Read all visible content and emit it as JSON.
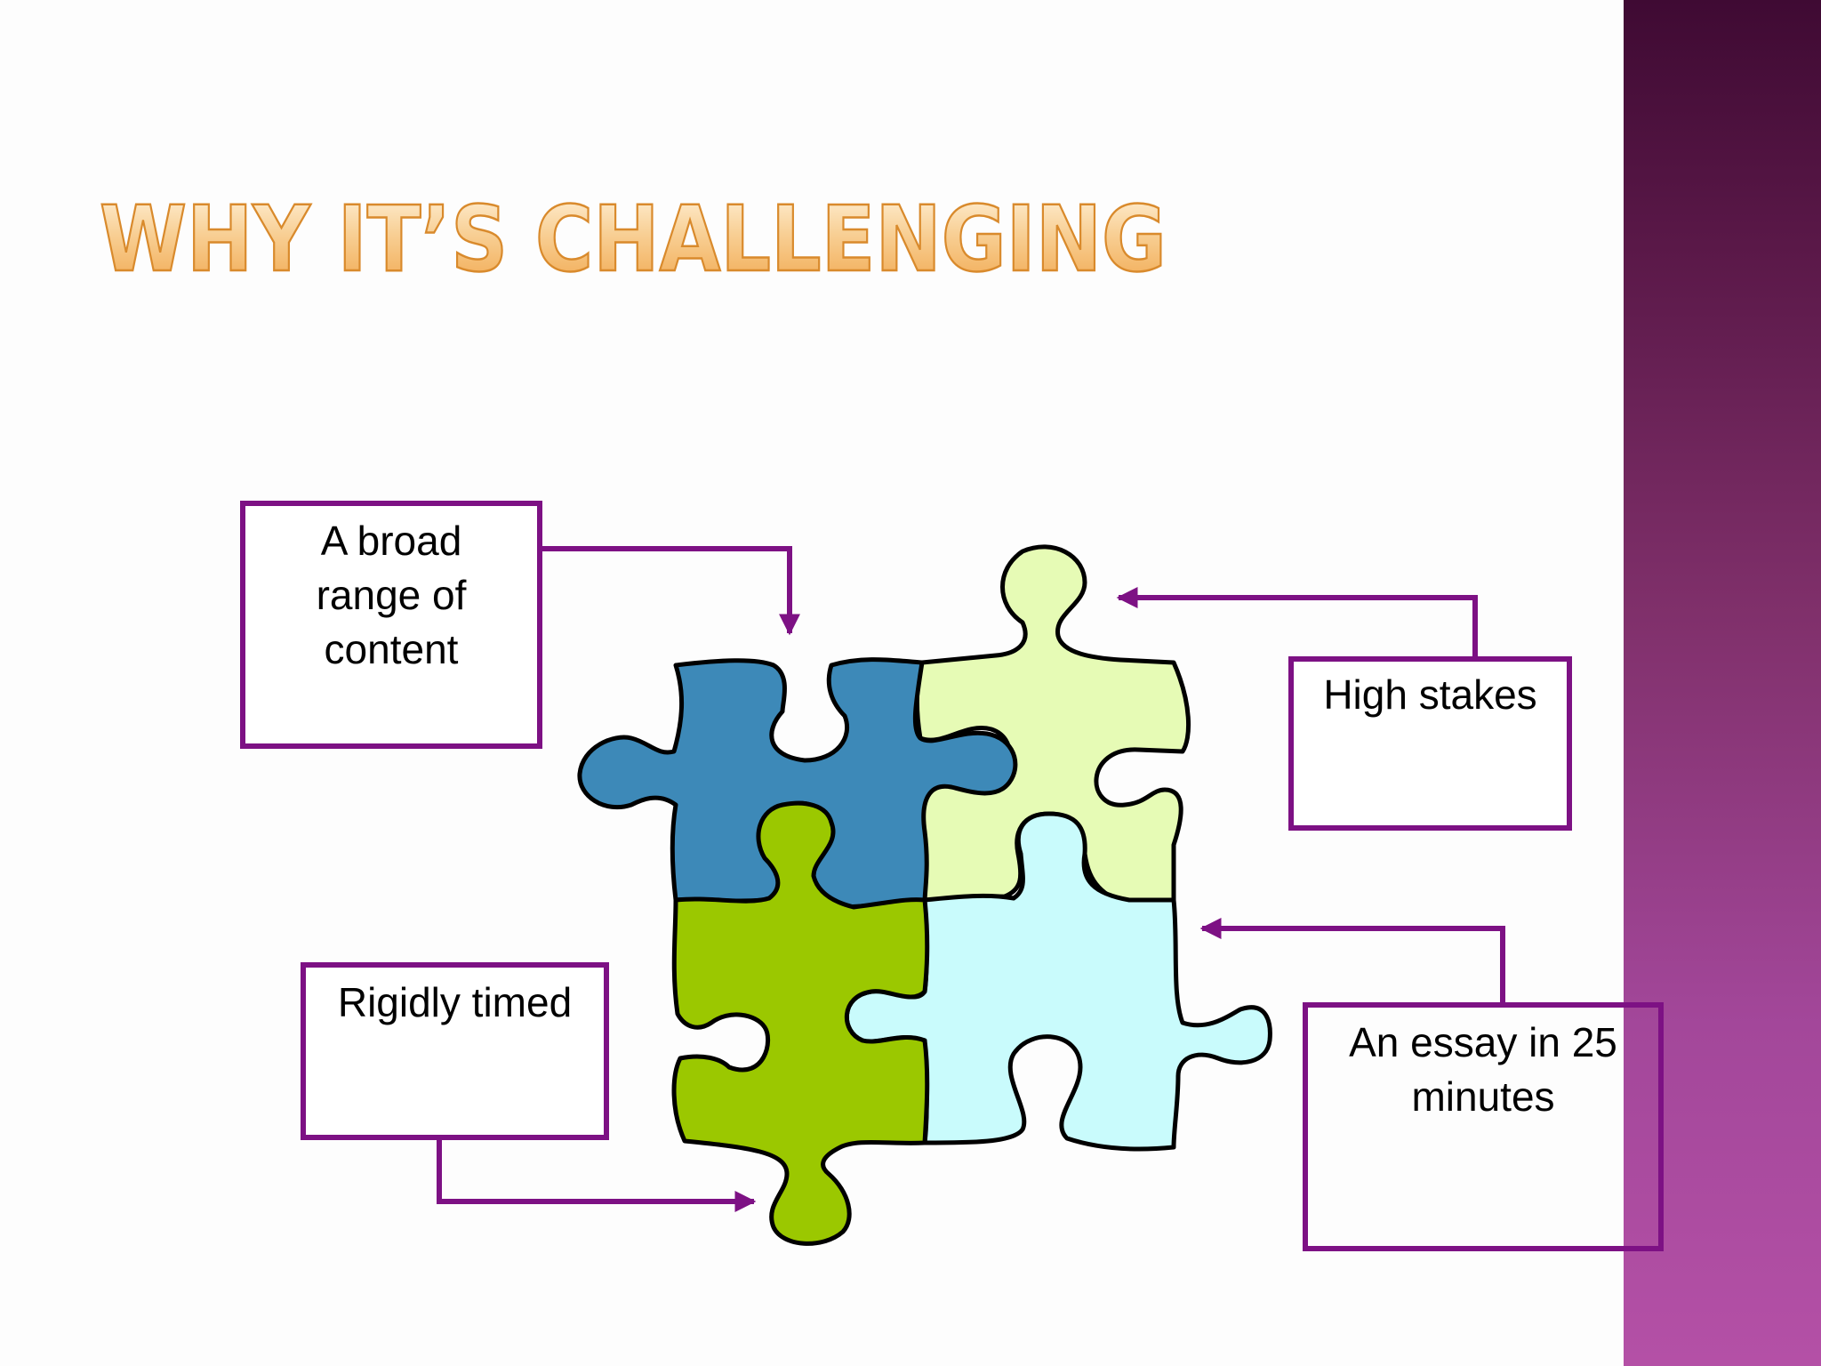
{
  "slide": {
    "title": "WHY IT’S CHALLENGING",
    "colors": {
      "accent_purple": "#7d1184",
      "title_fill_top": "#fff3dc",
      "title_fill_bottom": "#f1a64b",
      "title_stroke": "#d98a2c",
      "band_top": "#3f0a33",
      "band_bottom": "#b450a6",
      "piece_blue": "#3d89b8",
      "piece_light_yellow": "#e6fbb5",
      "piece_green": "#9bc800",
      "piece_light_cyan": "#c9fbfc"
    },
    "callouts": [
      {
        "id": "broad-range",
        "text": "A broad range of content"
      },
      {
        "id": "high-stakes",
        "text": "High stakes"
      },
      {
        "id": "rigidly-timed",
        "text": "Rigidly timed"
      },
      {
        "id": "essay",
        "text": "An essay in 25 minutes"
      }
    ]
  }
}
